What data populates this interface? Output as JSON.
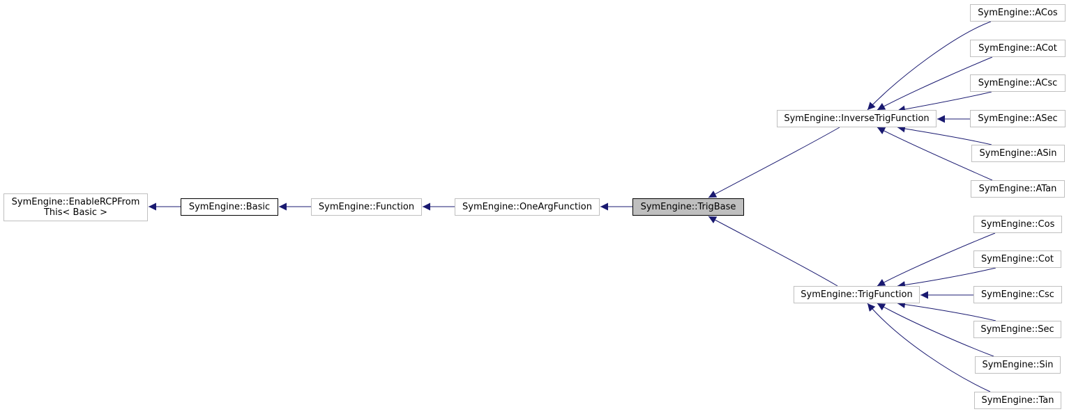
{
  "colors": {
    "edge": "#191970",
    "box_border": "#bfbfbf",
    "current_fill": "#bfbfbf"
  },
  "nodes": {
    "enable_rcp": {
      "line1": "SymEngine::EnableRCPFrom",
      "line2": "This< Basic >"
    },
    "basic": "SymEngine::Basic",
    "function": "SymEngine::Function",
    "one_arg_function": "SymEngine::OneArgFunction",
    "trig_base": "SymEngine::TrigBase",
    "inverse_trig_function": "SymEngine::InverseTrigFunction",
    "trig_function": "SymEngine::TrigFunction",
    "acos": "SymEngine::ACos",
    "acot": "SymEngine::ACot",
    "acsc": "SymEngine::ACsc",
    "asec": "SymEngine::ASec",
    "asin": "SymEngine::ASin",
    "atan": "SymEngine::ATan",
    "cos": "SymEngine::Cos",
    "cot": "SymEngine::Cot",
    "csc": "SymEngine::Csc",
    "sec": "SymEngine::Sec",
    "sin": "SymEngine::Sin",
    "tan": "SymEngine::Tan"
  },
  "edges": [
    [
      "basic",
      "enable_rcp"
    ],
    [
      "function",
      "basic"
    ],
    [
      "one_arg_function",
      "function"
    ],
    [
      "trig_base",
      "one_arg_function"
    ],
    [
      "inverse_trig_function",
      "trig_base"
    ],
    [
      "trig_function",
      "trig_base"
    ],
    [
      "acos",
      "inverse_trig_function"
    ],
    [
      "acot",
      "inverse_trig_function"
    ],
    [
      "acsc",
      "inverse_trig_function"
    ],
    [
      "asec",
      "inverse_trig_function"
    ],
    [
      "asin",
      "inverse_trig_function"
    ],
    [
      "atan",
      "inverse_trig_function"
    ],
    [
      "cos",
      "trig_function"
    ],
    [
      "cot",
      "trig_function"
    ],
    [
      "csc",
      "trig_function"
    ],
    [
      "sec",
      "trig_function"
    ],
    [
      "sin",
      "trig_function"
    ],
    [
      "tan",
      "trig_function"
    ]
  ]
}
